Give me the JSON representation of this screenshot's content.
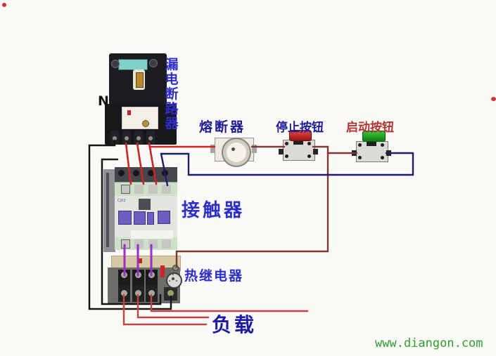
{
  "labels": {
    "breaker_vertical": [
      "漏",
      "电",
      "断",
      "路",
      "器"
    ],
    "breaker_full": "漏电断路器",
    "neutral": "N",
    "fuse": "熔断器",
    "stop": "停止按钮",
    "start": "启动按钮",
    "contactor": "接触器",
    "thermal_relay": "热继电器",
    "load": "负载"
  },
  "markings": {
    "contactor": "CJX2"
  },
  "watermark": {
    "text": "www.diangon.com"
  },
  "colors": {
    "label_blue": "#2e2ecc",
    "label_navy": "#1d1d99",
    "label_red": "#b23434",
    "label_black": "#141414",
    "load_navy": "#1b1ba8",
    "watermark_green": "#2f9e2f",
    "wire_red": "#cc2420",
    "wire_maroon": "#7d3a33",
    "wire_blue": "#1d1d68",
    "wire_black": "#161616",
    "wire_purple": "#9b2fc4",
    "wire_load_red": "#c34343"
  }
}
